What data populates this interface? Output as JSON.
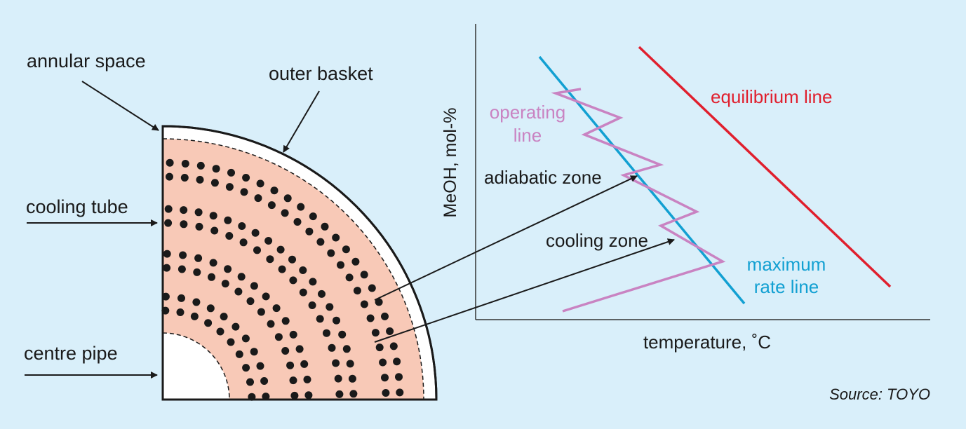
{
  "reactor_labels": {
    "annular_space": "annular space",
    "outer_basket": "outer basket",
    "cooling_tube": "cooling tube",
    "centre_pipe": "centre pipe"
  },
  "graph_labels": {
    "y_axis": "MeOH, mol-%",
    "x_axis": "temperature, ˚C",
    "operating_line_1": "operating",
    "operating_line_2": "line",
    "adiabatic_zone": "adiabatic zone",
    "cooling_zone": "cooling zone",
    "equilibrium_line": "equilibrium line",
    "maximum_rate_1": "maximum",
    "maximum_rate_2": "rate line"
  },
  "source": "Source: TOYO",
  "colors": {
    "background": "#d9effa",
    "catalyst_bed": "#f8c9b7",
    "equilibrium": "#e01f2d",
    "max_rate": "#12a0d2",
    "operating": "#c983c2",
    "ink": "#1a1a1a"
  }
}
